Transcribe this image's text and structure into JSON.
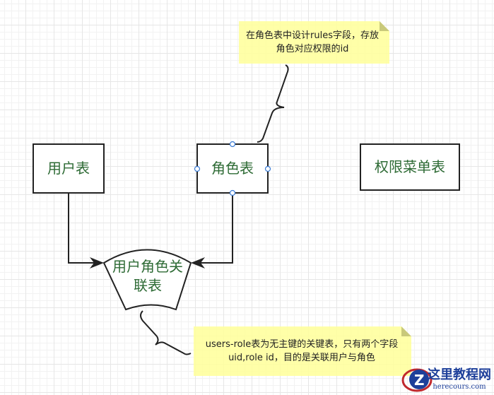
{
  "nodes": {
    "users": "用户表",
    "role": "角色表",
    "perm": "权限菜单表",
    "user_role": "用户角色关联表"
  },
  "notes": {
    "role_note": "在角色表中设计rules字段，存放角色对应权限的id",
    "user_role_note": "users-role表为无主键的关键表，只有两个字段uid,role  id，目的是关联用户与角色"
  },
  "watermark": {
    "cn": "这里教程网",
    "en": "herecours.com"
  },
  "colors": {
    "note_fill": "#ffff99",
    "text": "#2e6b35",
    "handle": "#3a7bd5"
  }
}
